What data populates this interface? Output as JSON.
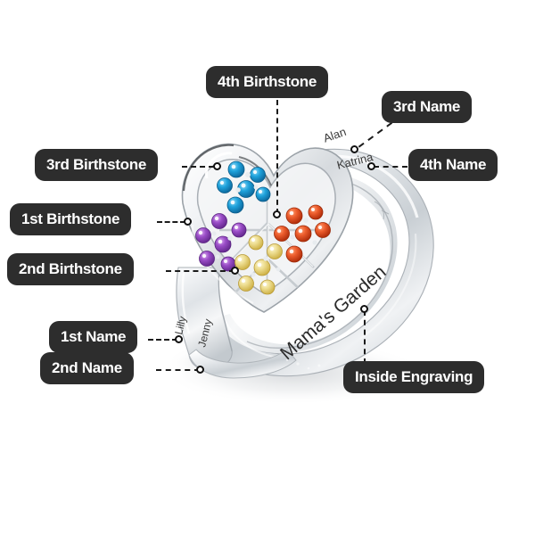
{
  "product": {
    "type": "heart-birthstone-ring",
    "background_color": "#ffffff",
    "metal_color": "#e9ecef"
  },
  "callouts": {
    "badge_color": "#2d2d2d",
    "badge_text_color": "#ffffff",
    "leader_color": "#1b1b1b",
    "items": [
      {
        "id": "birthstone-4",
        "label": "4th Birthstone"
      },
      {
        "id": "name-3",
        "label": "3rd Name"
      },
      {
        "id": "name-4",
        "label": "4th Name"
      },
      {
        "id": "birthstone-3",
        "label": "3rd Birthstone"
      },
      {
        "id": "birthstone-1",
        "label": "1st Birthstone"
      },
      {
        "id": "birthstone-2",
        "label": "2nd Birthstone"
      },
      {
        "id": "name-1",
        "label": "1st Name"
      },
      {
        "id": "name-2",
        "label": "2nd Name"
      },
      {
        "id": "inside-engraving",
        "label": "Inside Engraving"
      }
    ]
  },
  "engravings": {
    "band_names": [
      {
        "id": "name-3-text",
        "text": "Alan"
      },
      {
        "id": "name-4-text",
        "text": "Katrina"
      },
      {
        "id": "name-1-text",
        "text": "Lilly"
      },
      {
        "id": "name-2-text",
        "text": "Jenny"
      }
    ],
    "inside_text": "Mama's Garden"
  },
  "birthstones": [
    {
      "id": "birthstone-1",
      "cluster": "purple",
      "color": "#9b4ec8",
      "color_dark": "#6d2e96",
      "gem_count": 6
    },
    {
      "id": "birthstone-2",
      "cluster": "yellow",
      "color": "#ecd98a",
      "color_dark": "#d4b84f",
      "gem_count": 6
    },
    {
      "id": "birthstone-3",
      "cluster": "blue",
      "color": "#1a9fd8",
      "color_dark": "#0f6fa5",
      "gem_count": 6
    },
    {
      "id": "birthstone-4",
      "cluster": "orange",
      "color": "#e8562a",
      "color_dark": "#b8330f",
      "gem_count": 6
    }
  ]
}
